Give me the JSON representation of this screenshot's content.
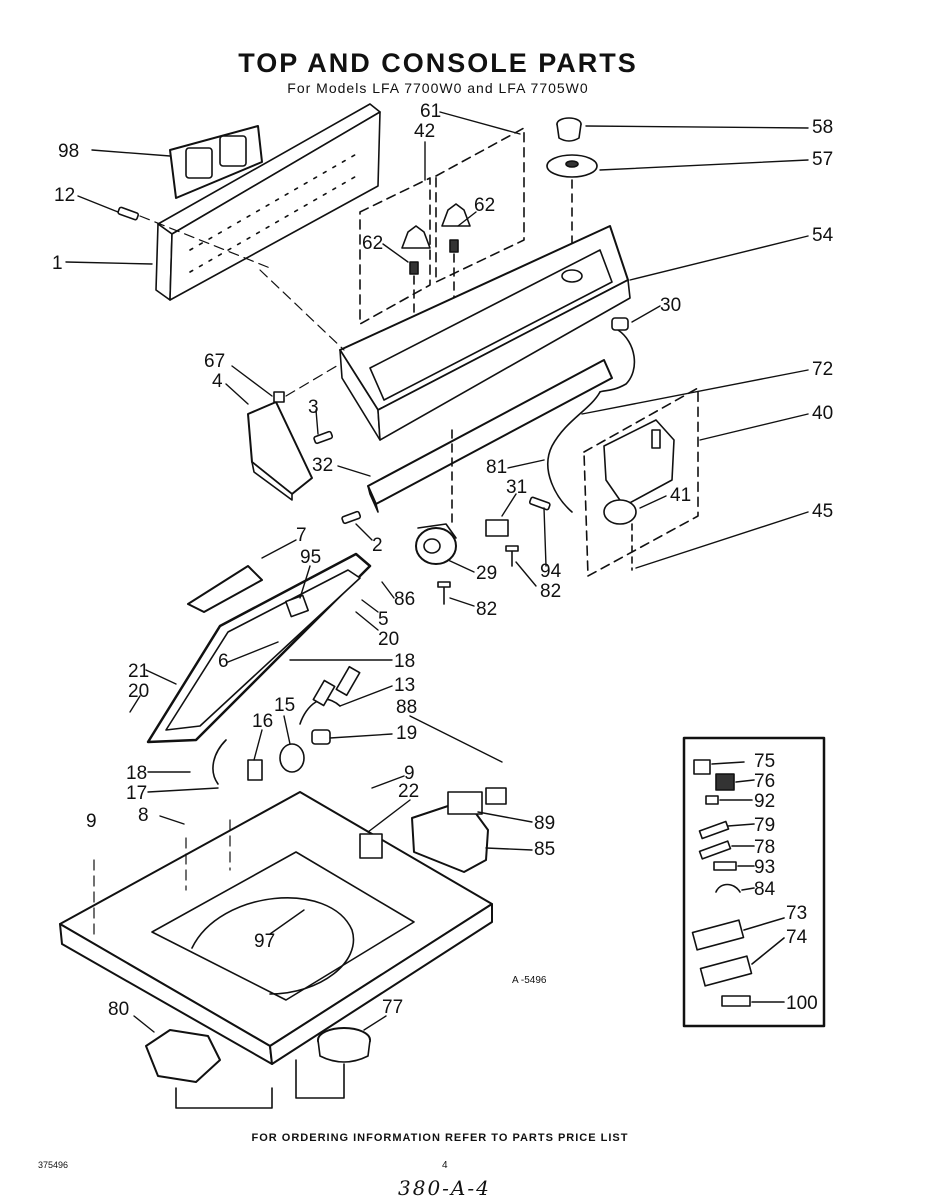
{
  "header": {
    "title": "TOP AND CONSOLE PARTS",
    "subtitle": "For Models LFA 7700W0 and LFA 7705W0"
  },
  "drawing_code": "A -5496",
  "footer": {
    "note": "FOR ORDERING INFORMATION REFER TO PARTS PRICE LIST",
    "doc_number": "375496",
    "page_number": "4",
    "handwritten": "380-A-4"
  },
  "callouts": {
    "c98": "98",
    "c12": "12",
    "c1": "1",
    "c61": "61",
    "c42": "42",
    "c62a": "62",
    "c62b": "62",
    "c58": "58",
    "c57": "57",
    "c54": "54",
    "c30": "30",
    "c67": "67",
    "c4": "4",
    "c3": "3",
    "c72": "72",
    "c40": "40",
    "c32": "32",
    "c81": "81",
    "c31": "31",
    "c41": "41",
    "c45": "45",
    "c7": "7",
    "c95": "95",
    "c2": "2",
    "c29": "29",
    "c94": "94",
    "c82a": "82",
    "c82b": "82",
    "c86": "86",
    "c5": "5",
    "c20a": "20",
    "c6": "6",
    "c18a": "18",
    "c21": "21",
    "c20b": "20",
    "c13": "13",
    "c15": "15",
    "c16": "16",
    "c88": "88",
    "c19": "19",
    "c18b": "18",
    "c17": "17",
    "c9a": "9",
    "c9b": "9",
    "c22": "22",
    "c8": "8",
    "c89": "89",
    "c85": "85",
    "c97": "97",
    "c80": "80",
    "c77": "77",
    "k75": "75",
    "k76": "76",
    "k92": "92",
    "k79": "79",
    "k78": "78",
    "k93": "93",
    "k84": "84",
    "k73": "73",
    "k74": "74",
    "k100": "100"
  }
}
